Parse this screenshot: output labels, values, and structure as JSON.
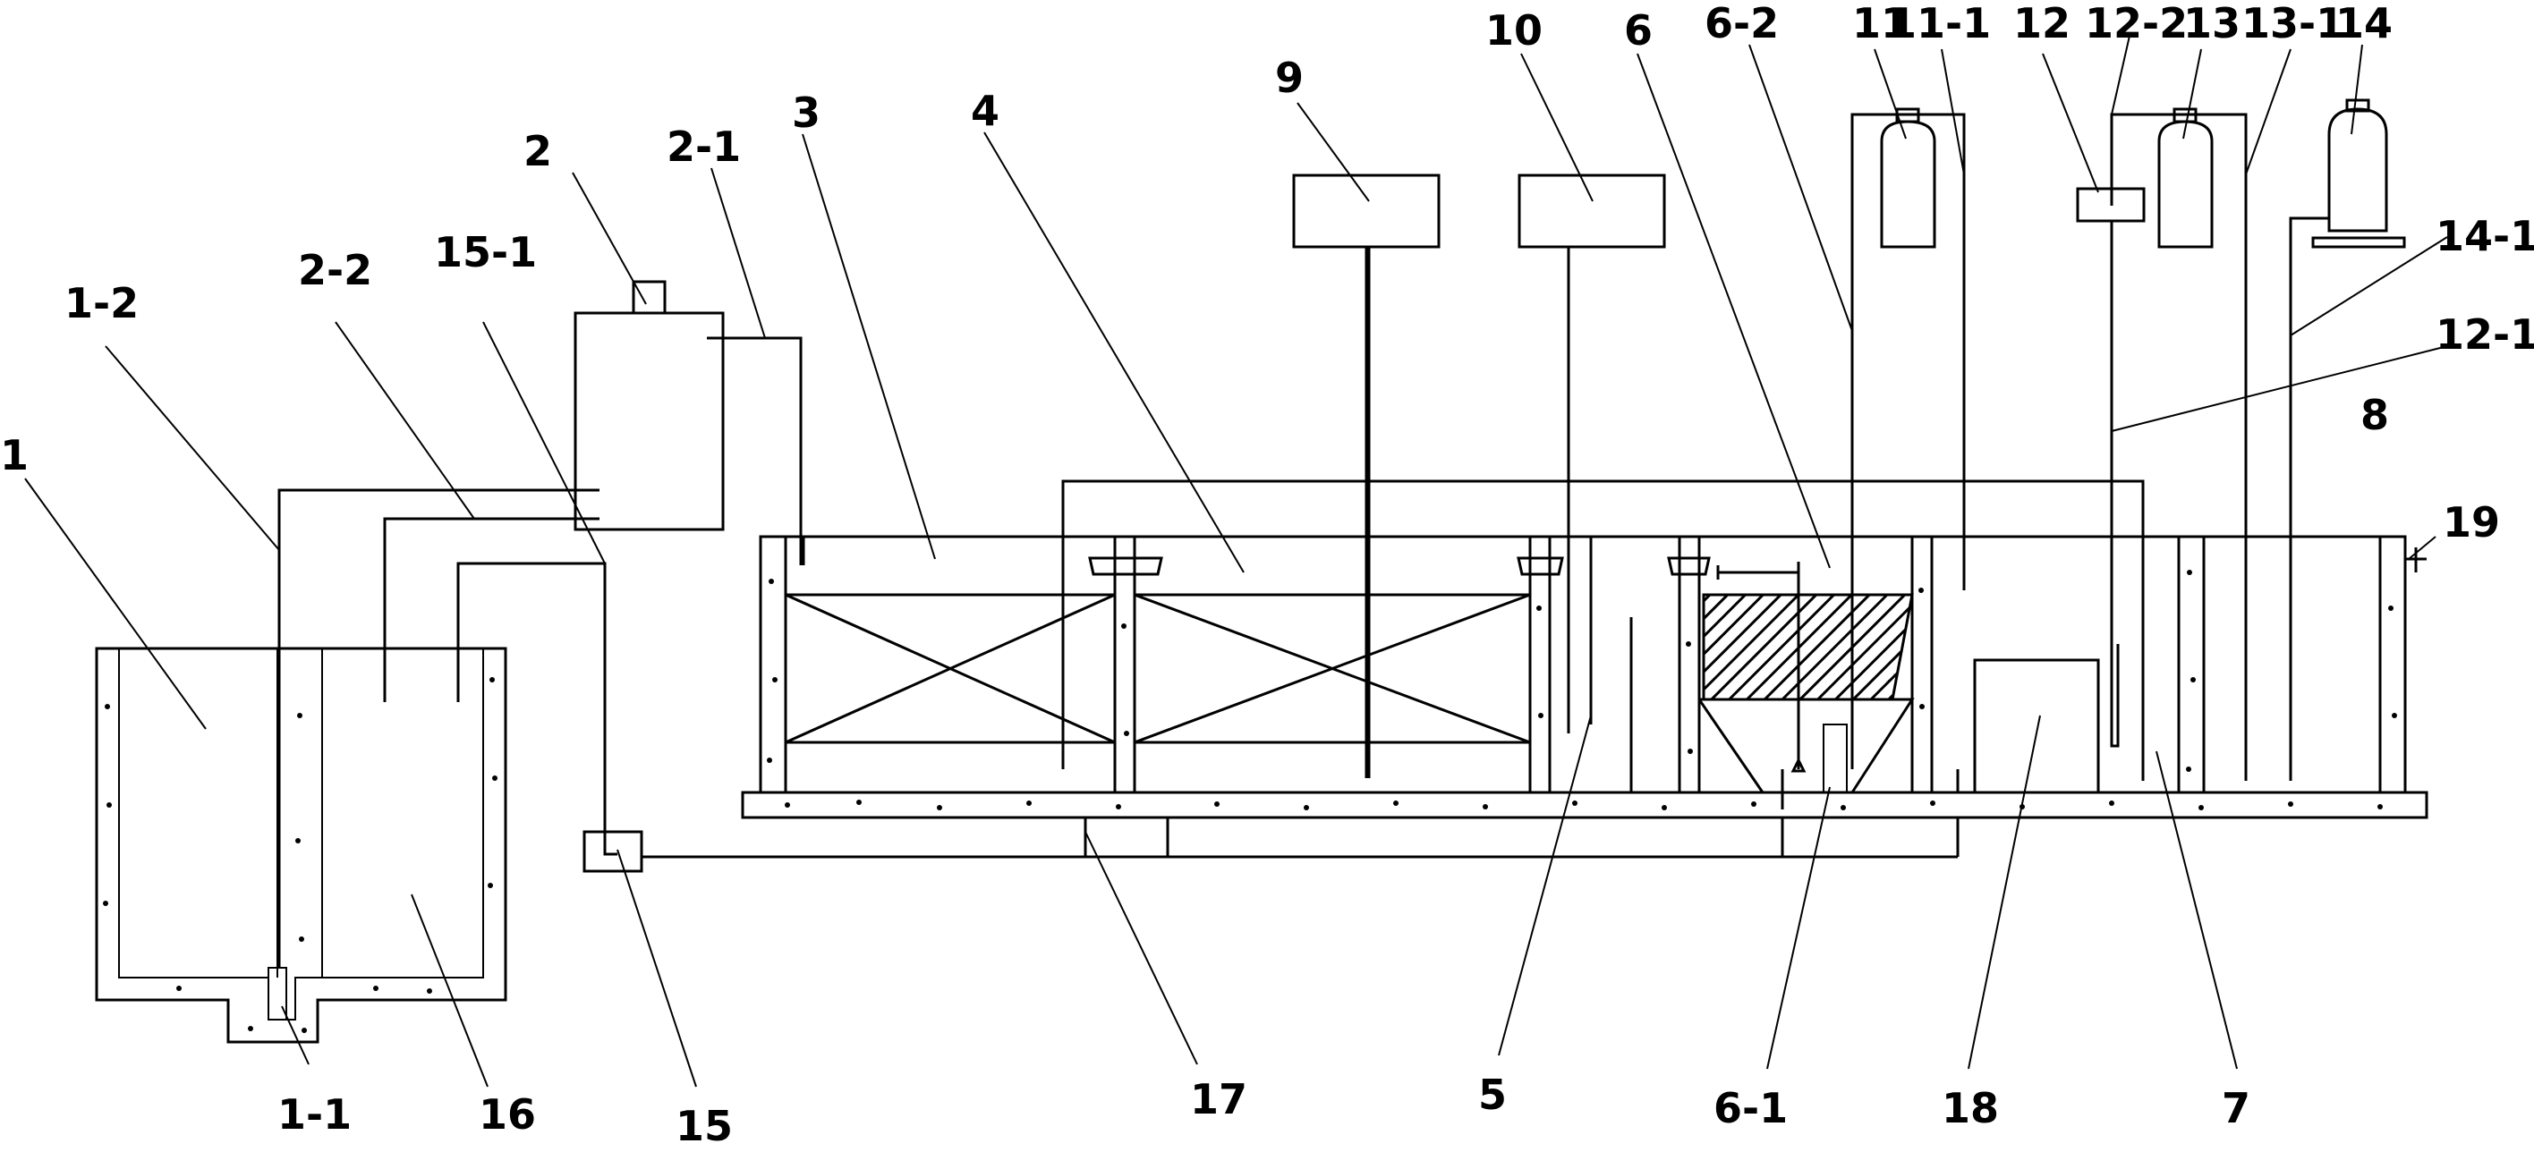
{
  "labels": {
    "l1": "1",
    "l1_1": "1-1",
    "l1_2": "1-2",
    "l2": "2",
    "l2_1": "2-1",
    "l2_2": "2-2",
    "l3": "3",
    "l4": "4",
    "l5": "5",
    "l6": "6",
    "l6_1": "6-1",
    "l6_2": "6-2",
    "l7": "7",
    "l8": "8",
    "l9": "9",
    "l10": "10",
    "l11": "11",
    "l11_1": "11-1",
    "l12": "12",
    "l12_1": "12-1",
    "l12_2": "12-2",
    "l13": "13",
    "l13_1": "13-1",
    "l14": "14",
    "l14_1": "14-1",
    "l15": "15",
    "l15_1": "15-1",
    "l16": "16",
    "l17": "17",
    "l18": "18",
    "l19": "19"
  }
}
